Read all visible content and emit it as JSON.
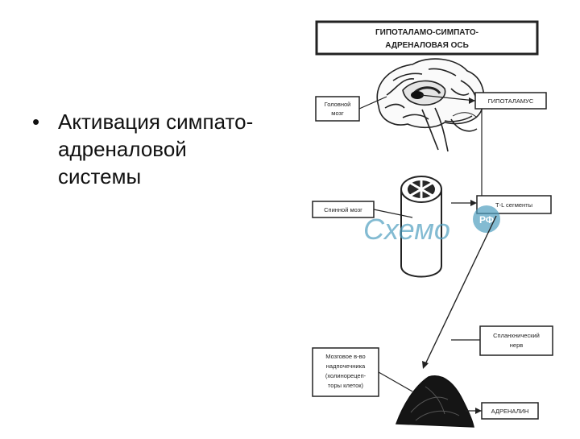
{
  "slide": {
    "bullet": {
      "marker": "•",
      "lines": [
        "Активация симпато-",
        "адреналовой",
        "системы"
      ]
    }
  },
  "diagram": {
    "title_lines": [
      "ГИПОТАЛАМО-СИМПАТО-",
      "АДРЕНАЛОВАЯ ОСЬ"
    ],
    "labels": {
      "brain": [
        "Головной",
        "мозг"
      ],
      "hypothalamus": "ГИПОТАЛАМУС",
      "spinal_cord": "Спинной мозг",
      "segments": "Т-L сегменты",
      "splanchnic": [
        "Спланхнический",
        "нерв"
      ],
      "adrenal_medulla": [
        "Мозговое в-во",
        "надпочечника",
        "(холинорецеп-",
        "торы клеток)"
      ],
      "adrenaline": "АДРЕНАЛИН"
    },
    "watermark": {
      "text": "Схемо",
      "badge": "РФ",
      "color": "#4f9fc0"
    }
  }
}
